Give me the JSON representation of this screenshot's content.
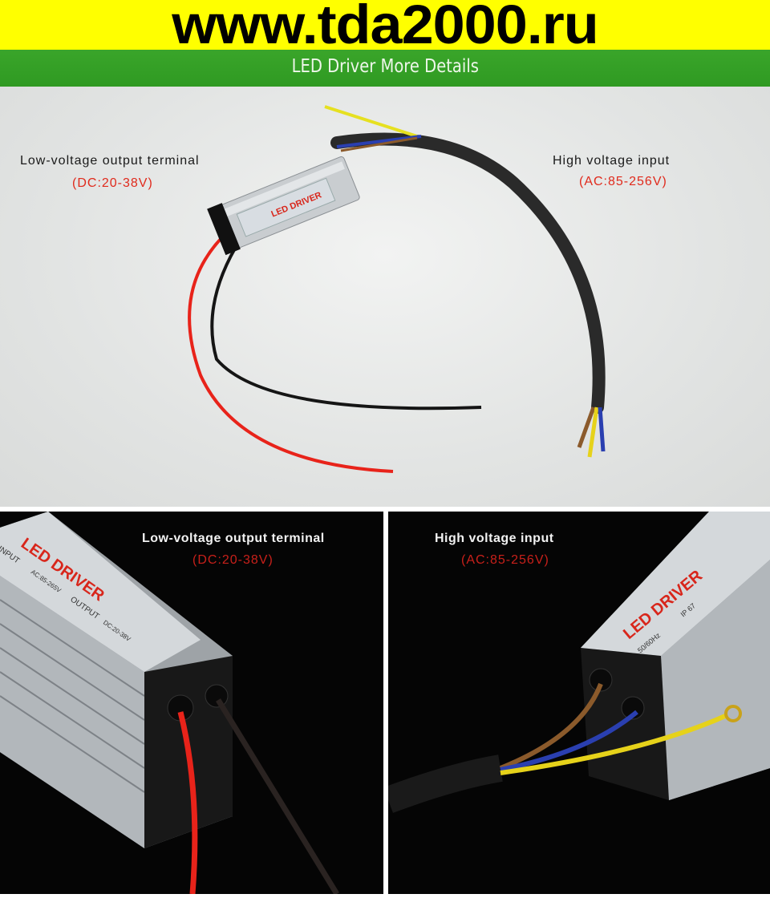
{
  "banner": {
    "site": "www.tda2000.ru"
  },
  "section_title": "LED Driver More Details",
  "top_photo": {
    "output_label": "Low-voltage output terminal",
    "output_voltage": "(DC:20-38V)",
    "input_label": "High voltage input",
    "input_voltage": "(AC:85-256V)"
  },
  "left_panel": {
    "label": "Low-voltage output terminal",
    "voltage": "(DC:20-38V)"
  },
  "right_panel": {
    "label": "High voltage input",
    "voltage": "(AC:85-256V)"
  },
  "product_lettering": {
    "name": "LED DRIVER",
    "input": "INPUT",
    "output": "OUTPUT",
    "ac": "AC:85-265V",
    "hz": "50/60Hz",
    "dc": "DC:20-38V",
    "ip": "IP 67"
  },
  "colors": {
    "banner": "#ffff00",
    "green": "#35a026",
    "accent_red": "#e02a1c"
  }
}
